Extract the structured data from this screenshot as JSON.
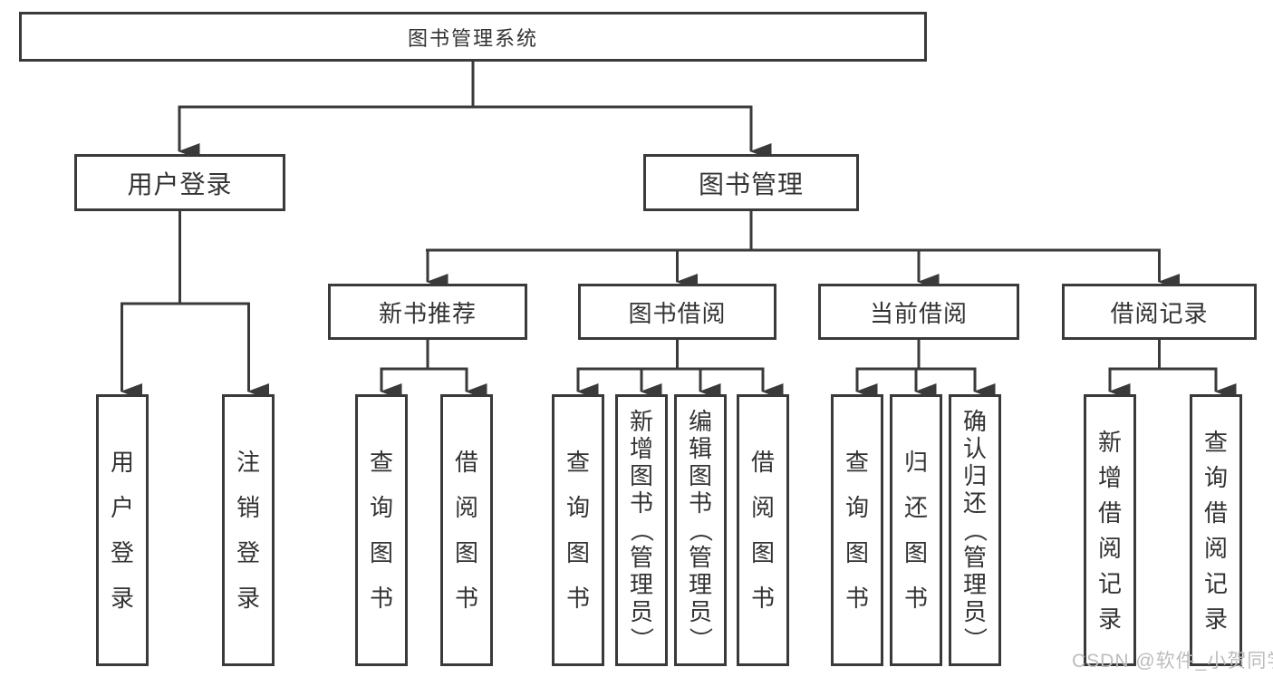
{
  "tree": {
    "root": "图书管理系统",
    "children": [
      {
        "label": "用户登录",
        "children": [
          "用户登录",
          "注销登录"
        ]
      },
      {
        "label": "图书管理",
        "children": [
          {
            "label": "新书推荐",
            "children": [
              "查询图书",
              "借阅图书"
            ]
          },
          {
            "label": "图书借阅",
            "children": [
              "查询图书",
              "新增图书（管理员）",
              "编辑图书（管理员）",
              "借阅图书"
            ]
          },
          {
            "label": "当前借阅",
            "children": [
              "查询图书",
              "归还图书",
              "确认归还（管理员）"
            ]
          },
          {
            "label": "借阅记录",
            "children": [
              "新增借阅记录",
              "查询借阅记录"
            ]
          }
        ]
      }
    ]
  },
  "watermark": "CSDN @软件_小贺同学",
  "colors": {
    "line": "#3a3a3a",
    "text": "#333333",
    "watermark": "#bdbdbd",
    "background": "#ffffff"
  }
}
